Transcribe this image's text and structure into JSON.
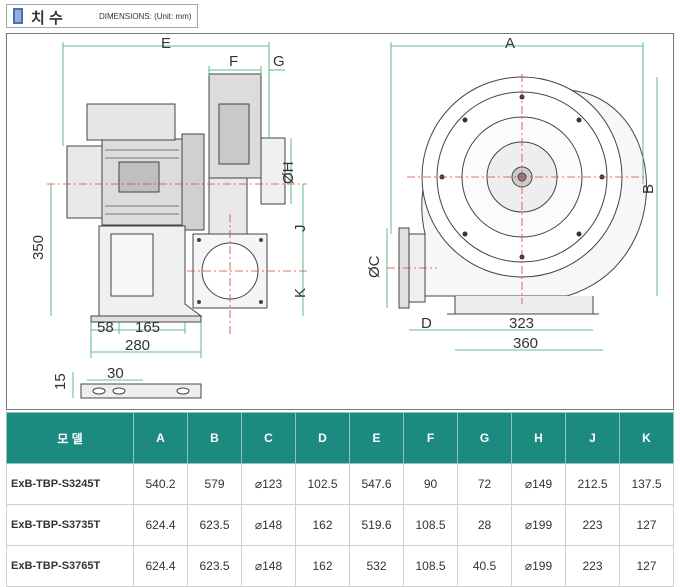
{
  "header": {
    "title": "치 수",
    "subtitle": "DIMENSIONS: (Unit: mm)"
  },
  "drawing": {
    "labels": {
      "E": "E",
      "F": "F",
      "G": "G",
      "H": "ØH",
      "J": "J",
      "K": "K",
      "A": "A",
      "B": "B",
      "C": "ØC",
      "D": "D",
      "d350": "350",
      "d58": "58",
      "d165": "165",
      "d280": "280",
      "d323": "323",
      "d360": "360",
      "d15": "15",
      "d30": "30"
    }
  },
  "table": {
    "columns": [
      "모 델",
      "A",
      "B",
      "C",
      "D",
      "E",
      "F",
      "G",
      "H",
      "J",
      "K"
    ],
    "rows": [
      [
        "ExB-TBP-S3245T",
        "540.2",
        "579",
        "⌀123",
        "102.5",
        "547.6",
        "90",
        "72",
        "⌀149",
        "212.5",
        "137.5"
      ],
      [
        "ExB-TBP-S3735T",
        "624.4",
        "623.5",
        "⌀148",
        "162",
        "519.6",
        "108.5",
        "28",
        "⌀199",
        "223",
        "127"
      ],
      [
        "ExB-TBP-S3765T",
        "624.4",
        "623.5",
        "⌀148",
        "162",
        "532",
        "108.5",
        "40.5",
        "⌀199",
        "223",
        "127"
      ]
    ]
  }
}
